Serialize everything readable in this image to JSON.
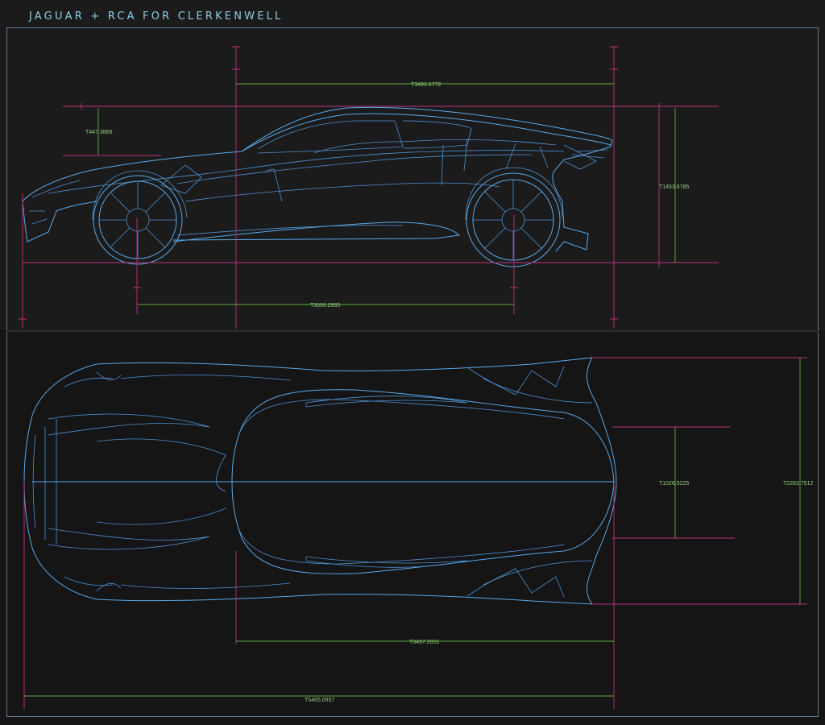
{
  "header": {
    "title": "JAGUAR + RCA FOR CLERKENWELL"
  },
  "side_view": {
    "dims": {
      "top_length": "T3496.6772",
      "roof_offset": "T447.3868",
      "height": "T1453.6785",
      "wheelbase": "T3500.2995"
    }
  },
  "top_view": {
    "dims": {
      "cabin_width": "T1026.5225",
      "overall_width": "T2283.7512",
      "rear_length": "T3497.2051",
      "overall_length": "T5465.6957"
    }
  },
  "colors": {
    "wire": "#5aa7e6",
    "dimension_line": "#c0307a",
    "dimension_text": "#8fd07a",
    "title": "#8ecbe6"
  }
}
